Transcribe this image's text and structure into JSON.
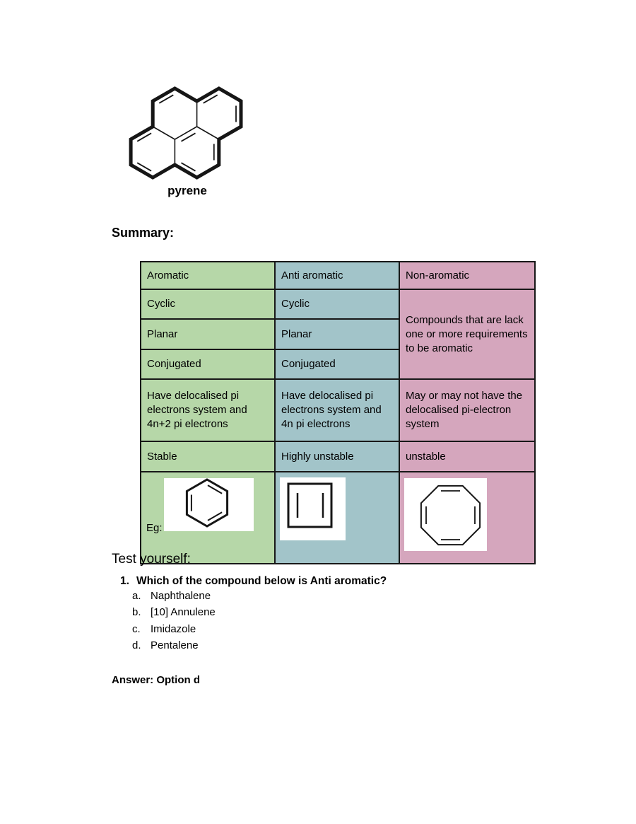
{
  "figure": {
    "molecule": "pyrene",
    "caption": "pyrene"
  },
  "summary": {
    "heading": "Summary:"
  },
  "table": {
    "headers": [
      "Aromatic",
      "Anti aromatic",
      "Non-aromatic"
    ],
    "aromatic": [
      "Cyclic",
      "Planar",
      "Conjugated",
      "Have delocalised pi electrons system and 4n+2 pi electrons",
      "Stable"
    ],
    "anti_aromatic": [
      "Cyclic",
      "Planar",
      "Conjugated",
      "Have delocalised pi electrons system and 4n pi electrons",
      "Highly unstable"
    ],
    "non_aromatic": [
      "Compounds that are lack one or more requirements to be aromatic",
      "May or may not have the delocalised pi-electron system",
      "unstable"
    ],
    "eg_label": "Eg:",
    "examples": [
      "benzene",
      "cyclobutadiene",
      "cyclooctatetraene"
    ],
    "colors": {
      "aromatic_column": "#b6d7a8",
      "anti_aromatic_column": "#a2c4c9",
      "non_aromatic_column": "#d5a6bd"
    }
  },
  "quiz": {
    "heading": "Test yourself:",
    "question_number": "1.",
    "question_text": "Which of the compound below is Anti aromatic?",
    "options": [
      {
        "letter": "a.",
        "text": "Naphthalene"
      },
      {
        "letter": "b.",
        "text": "[10] Annulene"
      },
      {
        "letter": "c.",
        "text": "Imidazole"
      },
      {
        "letter": "d.",
        "text": "Pentalene"
      }
    ],
    "answer": "Answer: Option d"
  }
}
